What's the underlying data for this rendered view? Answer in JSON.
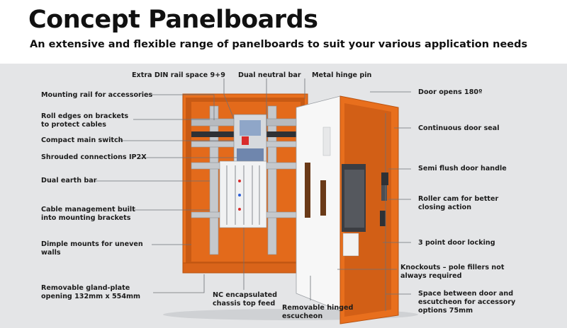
{
  "header": {
    "title": "Concept Panelboards",
    "subtitle": "An extensive and flexible range of panelboards to suit your various application needs"
  },
  "colors": {
    "orange": "#e86f1d",
    "accent_dark": "#c75a12",
    "background": "#e4e5e7",
    "leader": "#6d7177"
  },
  "labels": {
    "extra_din": "Extra DIN rail space 9+9",
    "dual_neutral": "Dual neutral bar",
    "metal_hinge": "Metal hinge pin",
    "mounting_rail": "Mounting rail for accessories",
    "roll_edges": [
      "Roll edges on brackets",
      "to protect cables"
    ],
    "compact_switch": "Compact main switch",
    "shrouded": "Shrouded connections IP2X",
    "dual_earth": "Dual earth bar",
    "cable_mgmt": [
      "Cable management built",
      "into mounting brackets"
    ],
    "dimple": [
      "Dimple mounts for uneven",
      "walls"
    ],
    "gland_plate": [
      "Removable gland-plate",
      "opening 132mm x 554mm"
    ],
    "nc_chassis": [
      "NC encapsulated",
      "chassis top feed"
    ],
    "hinged_escutcheon": [
      "Removable hinged",
      "escucheon"
    ],
    "door_opens": "Door opens 180º",
    "door_seal": "Continuous door seal",
    "door_handle": "Semi flush door handle",
    "roller_cam": [
      "Roller cam for better",
      "closing action"
    ],
    "three_point": "3 point door locking",
    "knockouts": [
      "Knockouts –  pole fillers not",
      "always required"
    ],
    "space_between": [
      "Space between door and",
      "escutcheon for accessory",
      "options 75mm"
    ]
  }
}
